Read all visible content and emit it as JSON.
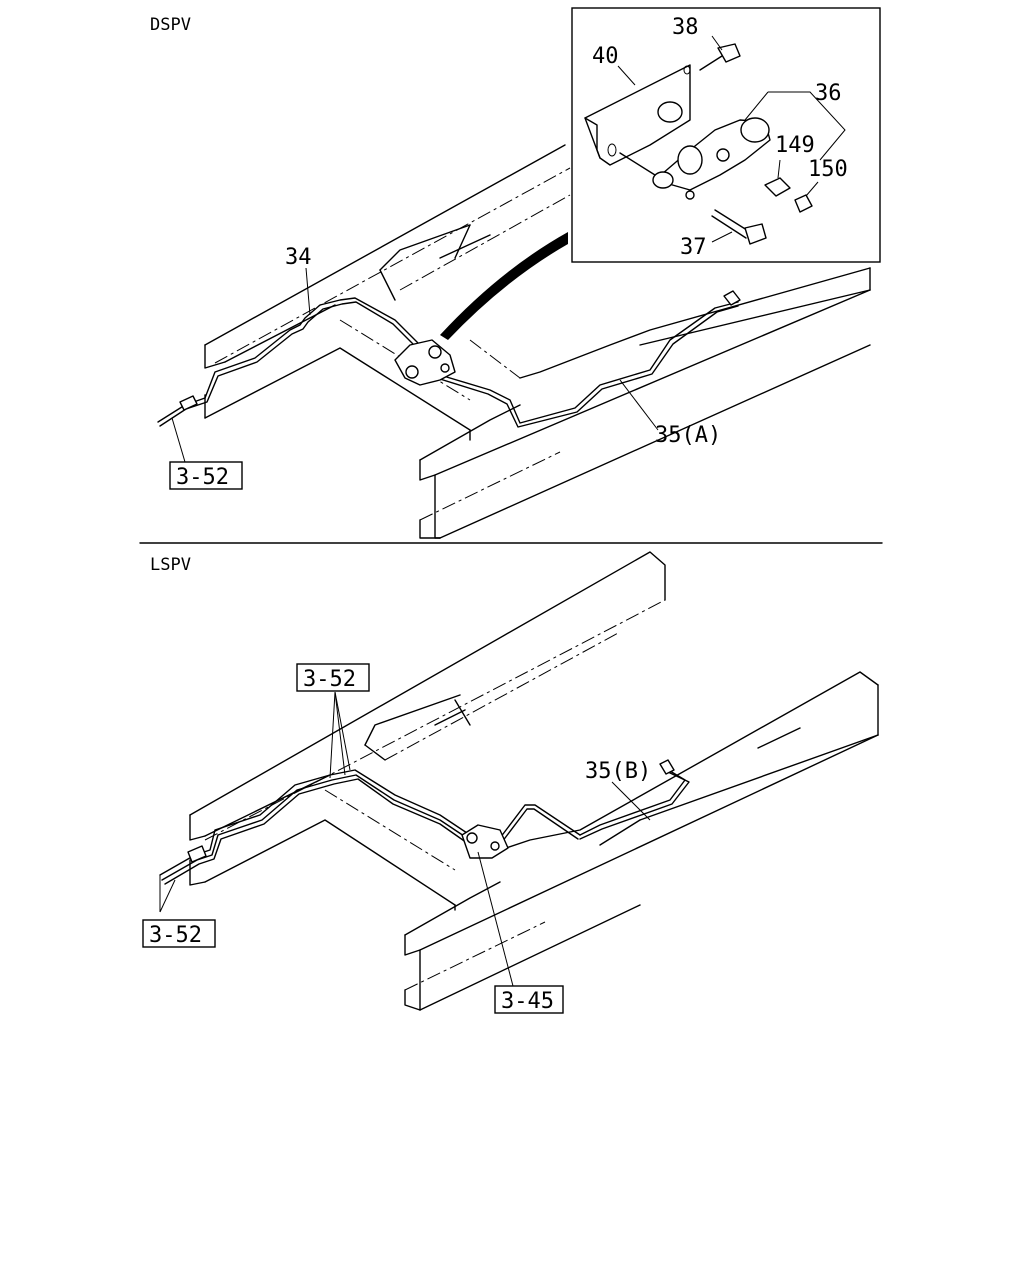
{
  "sections": {
    "top_title": "DSPV",
    "bottom_title": "LSPV"
  },
  "callouts": {
    "c38": "38",
    "c40": "40",
    "c36": "36",
    "c149": "149",
    "c150": "150",
    "c37": "37",
    "c34": "34",
    "c35a": "35(A)",
    "c35b": "35(B)"
  },
  "refs": {
    "r_top": "3-52",
    "r_bottom_upper": "3-52",
    "r_bottom_left": "3-52",
    "r_bottom_right": "3-45"
  }
}
